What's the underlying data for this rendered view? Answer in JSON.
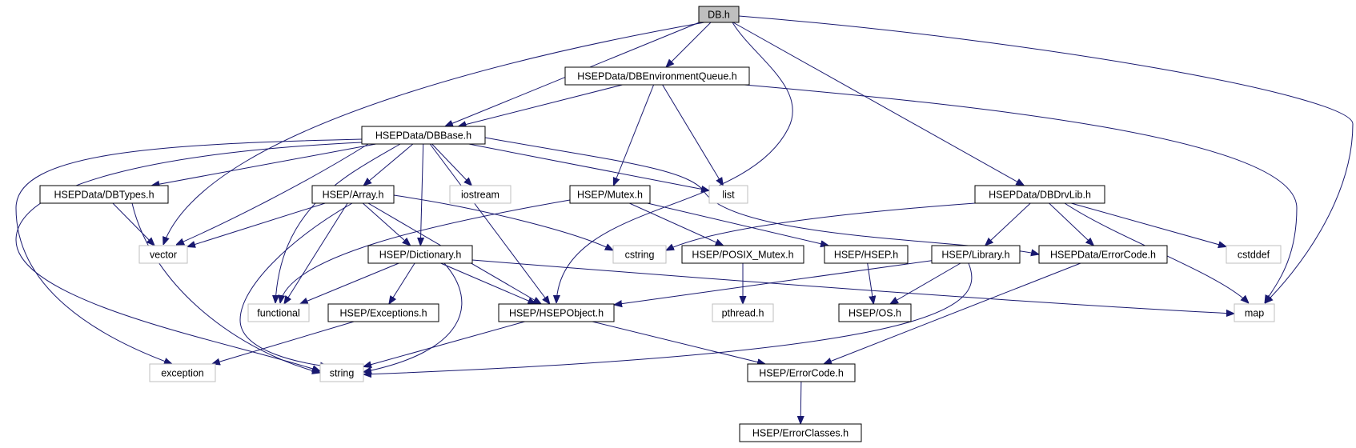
{
  "graph": {
    "edge_color": "#191970",
    "nodes": [
      {
        "id": "db",
        "label": "DB.h",
        "kind": "root"
      },
      {
        "id": "envq",
        "label": "HSEPData/DBEnvironmentQueue.h",
        "kind": "file"
      },
      {
        "id": "dbbase",
        "label": "HSEPData/DBBase.h",
        "kind": "file"
      },
      {
        "id": "dbtypes",
        "label": "HSEPData/DBTypes.h",
        "kind": "file"
      },
      {
        "id": "array",
        "label": "HSEP/Array.h",
        "kind": "file"
      },
      {
        "id": "iostream",
        "label": "iostream",
        "kind": "system"
      },
      {
        "id": "mutex",
        "label": "HSEP/Mutex.h",
        "kind": "file"
      },
      {
        "id": "list",
        "label": "list",
        "kind": "system"
      },
      {
        "id": "drvlib",
        "label": "HSEPData/DBDrvLib.h",
        "kind": "file"
      },
      {
        "id": "vector",
        "label": "vector",
        "kind": "system"
      },
      {
        "id": "dictionary",
        "label": "HSEP/Dictionary.h",
        "kind": "file"
      },
      {
        "id": "cstring",
        "label": "cstring",
        "kind": "system"
      },
      {
        "id": "posixmutex",
        "label": "HSEP/POSIX_Mutex.h",
        "kind": "file"
      },
      {
        "id": "hseph",
        "label": "HSEP/HSEP.h",
        "kind": "file"
      },
      {
        "id": "library",
        "label": "HSEP/Library.h",
        "kind": "file"
      },
      {
        "id": "dataerror",
        "label": "HSEPData/ErrorCode.h",
        "kind": "file"
      },
      {
        "id": "cstddef",
        "label": "cstddef",
        "kind": "system"
      },
      {
        "id": "functional",
        "label": "functional",
        "kind": "system"
      },
      {
        "id": "exceptions",
        "label": "HSEP/Exceptions.h",
        "kind": "file"
      },
      {
        "id": "hsepobject",
        "label": "HSEP/HSEPObject.h",
        "kind": "file"
      },
      {
        "id": "pthread",
        "label": "pthread.h",
        "kind": "system"
      },
      {
        "id": "os",
        "label": "HSEP/OS.h",
        "kind": "file"
      },
      {
        "id": "map",
        "label": "map",
        "kind": "system"
      },
      {
        "id": "exception",
        "label": "exception",
        "kind": "system"
      },
      {
        "id": "string",
        "label": "string",
        "kind": "system"
      },
      {
        "id": "errorcode",
        "label": "HSEP/ErrorCode.h",
        "kind": "file"
      },
      {
        "id": "errorclasses",
        "label": "HSEP/ErrorClasses.h",
        "kind": "file"
      }
    ],
    "edges": [
      [
        "db",
        "dbbase"
      ],
      [
        "db",
        "envq"
      ],
      [
        "db",
        "vector"
      ],
      [
        "db",
        "hsepobject"
      ],
      [
        "db",
        "drvlib"
      ],
      [
        "db",
        "map"
      ],
      [
        "envq",
        "dbbase"
      ],
      [
        "envq",
        "mutex"
      ],
      [
        "envq",
        "list"
      ],
      [
        "envq",
        "map"
      ],
      [
        "dbbase",
        "dbtypes"
      ],
      [
        "dbbase",
        "array"
      ],
      [
        "dbbase",
        "iostream"
      ],
      [
        "dbbase",
        "list"
      ],
      [
        "dbbase",
        "vector"
      ],
      [
        "dbbase",
        "functional"
      ],
      [
        "dbbase",
        "dictionary"
      ],
      [
        "dbbase",
        "hsepobject"
      ],
      [
        "dbbase",
        "dataerror"
      ],
      [
        "dbbase",
        "exception"
      ],
      [
        "dbbase",
        "string"
      ],
      [
        "dbtypes",
        "vector"
      ],
      [
        "dbtypes",
        "string"
      ],
      [
        "array",
        "vector"
      ],
      [
        "array",
        "cstring"
      ],
      [
        "array",
        "dictionary"
      ],
      [
        "array",
        "hsepobject"
      ],
      [
        "array",
        "functional"
      ],
      [
        "array",
        "string"
      ],
      [
        "mutex",
        "posixmutex"
      ],
      [
        "mutex",
        "hseph"
      ],
      [
        "mutex",
        "functional"
      ],
      [
        "posixmutex",
        "pthread"
      ],
      [
        "hseph",
        "os"
      ],
      [
        "drvlib",
        "cstring"
      ],
      [
        "drvlib",
        "library"
      ],
      [
        "drvlib",
        "dataerror"
      ],
      [
        "drvlib",
        "map"
      ],
      [
        "drvlib",
        "cstddef"
      ],
      [
        "dictionary",
        "functional"
      ],
      [
        "dictionary",
        "exceptions"
      ],
      [
        "dictionary",
        "hsepobject"
      ],
      [
        "dictionary",
        "string"
      ],
      [
        "dictionary",
        "map"
      ],
      [
        "exceptions",
        "exception"
      ],
      [
        "library",
        "hsepobject"
      ],
      [
        "library",
        "os"
      ],
      [
        "library",
        "string"
      ],
      [
        "dataerror",
        "errorcode"
      ],
      [
        "hsepobject",
        "string"
      ],
      [
        "hsepobject",
        "errorcode"
      ],
      [
        "errorcode",
        "errorclasses"
      ]
    ]
  }
}
